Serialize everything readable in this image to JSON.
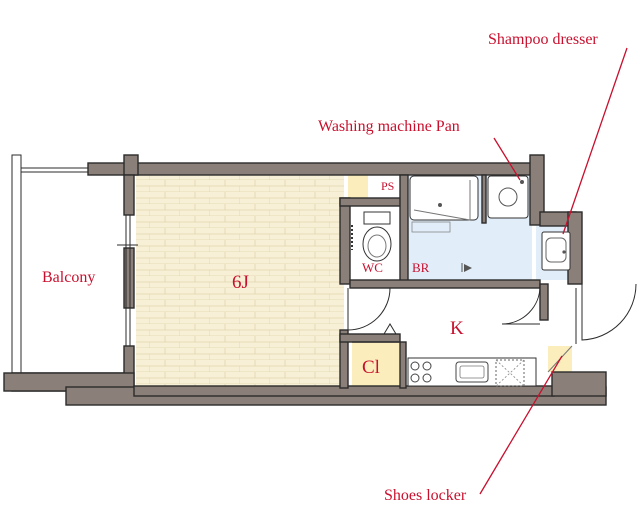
{
  "labels": {
    "balcony": "Balcony",
    "room_6j": "6J",
    "kitchen": "K",
    "closet": "Cl",
    "wc": "WC",
    "bathroom": "BR",
    "pipe_space": "PS",
    "shampoo_dresser": "Shampoo dresser",
    "washing_machine_pan": "Washing machine Pan",
    "shoes_locker": "Shoes locker"
  },
  "colors": {
    "wall": "#8a7f79",
    "floor_6j": "#f7f0d6",
    "wet_area": "#e1eef9",
    "storage": "#fbeebc",
    "label": "#c8102e"
  }
}
